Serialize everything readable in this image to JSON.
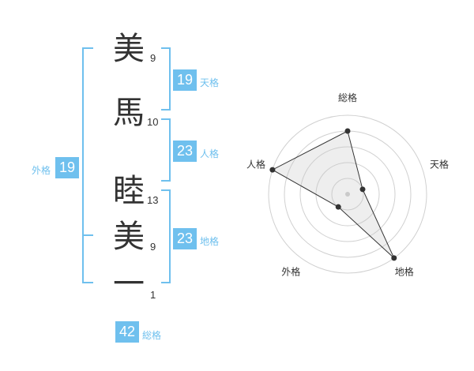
{
  "name": {
    "chars": [
      {
        "char": "美",
        "strokes": "9"
      },
      {
        "char": "馬",
        "strokes": "10"
      },
      {
        "char": "睦",
        "strokes": "13"
      },
      {
        "char": "美",
        "strokes": "9"
      },
      {
        "char": "一",
        "strokes": "1"
      }
    ]
  },
  "fortune": {
    "tenkaku": {
      "value": "19",
      "label": "天格"
    },
    "jinkaku": {
      "value": "23",
      "label": "人格"
    },
    "chikaku": {
      "value": "23",
      "label": "地格"
    },
    "gaikaku": {
      "value": "19",
      "label": "外格"
    },
    "soukaku": {
      "value": "42",
      "label": "総格"
    }
  },
  "colors": {
    "accent": "#6fc0ee",
    "text": "#333333"
  },
  "chart_data": {
    "type": "radar",
    "axes": [
      "総格",
      "天格",
      "地格",
      "外格",
      "人格"
    ],
    "values": [
      4,
      1,
      5,
      1,
      5
    ],
    "max": 5,
    "rings": 5,
    "grid": true,
    "legend": "none"
  }
}
